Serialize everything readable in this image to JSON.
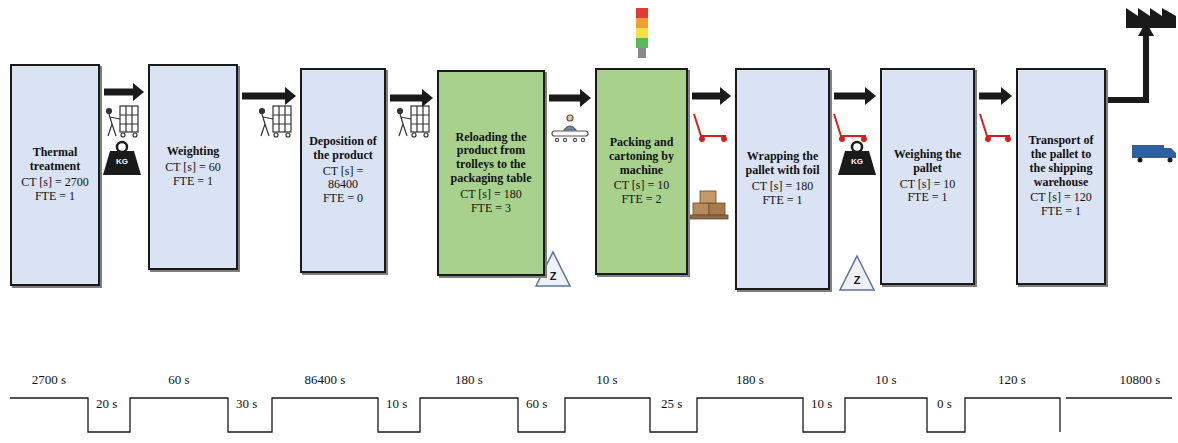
{
  "diagram": {
    "nodes": [
      {
        "text": [
          "Thermal treatment",
          "CT [s] = 2700",
          "FTE = 1"
        ]
      },
      {
        "text": [
          "Weighting",
          "CT [s] = 60",
          "FTE = 1"
        ]
      },
      {
        "text": [
          "Deposition of the product",
          "CT [s] = 86400",
          "FTE = 0"
        ]
      },
      {
        "text": [
          "Reloading the product from trolleys to the packaging table",
          "CT [s] = 180",
          "FTE = 3"
        ]
      },
      {
        "text": [
          "Packing and cartoning by machine",
          "CT [s] = 10",
          "FTE = 2"
        ]
      },
      {
        "text": [
          "Wrapping the pallet with foil",
          "CT [s] = 180",
          "FTE = 1"
        ]
      },
      {
        "text": [
          "Weighing the pallet",
          "CT [s] = 10",
          "FTE = 1"
        ]
      },
      {
        "text": [
          "Transport of the pallet to the shipping warehouse",
          "CT [s] = 120",
          "FTE = 1"
        ]
      }
    ],
    "edges": [
      {
        "from": 0,
        "to": 1,
        "arrow": "to"
      },
      {
        "from": 1,
        "to": 2,
        "arrow": "to"
      },
      {
        "from": 2,
        "to": 3,
        "arrow": "to"
      },
      {
        "from": 3,
        "to": 4,
        "arrow": "to"
      },
      {
        "from": 4,
        "to": 5,
        "arrow": "to"
      },
      {
        "from": 5,
        "to": 6,
        "arrow": "to"
      },
      {
        "from": 6,
        "to": 7,
        "arrow": "to"
      }
    ],
    "labels": [
      "KG",
      "Z",
      "KG",
      "Z",
      "2700 s",
      "60 s",
      "86400 s",
      "180 s",
      "10 s",
      "180 s",
      "10 s",
      "120 s",
      "10800 s",
      "20 s",
      "30 s",
      "10 s",
      "60 s",
      "25 s",
      "10 s",
      "0 s"
    ]
  }
}
